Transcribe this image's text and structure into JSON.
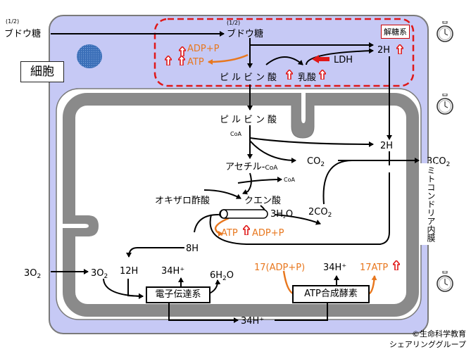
{
  "cell_label": "細胞",
  "glycolysis_label": "解糖系",
  "membrane_label": "ミトコンドリア内膜",
  "external": {
    "half": "(1/2)",
    "glucose": "ブドウ糖",
    "o2_count": "3O",
    "o2_sub": "2",
    "co2_count": "3CO",
    "co2_sub": "2"
  },
  "glycolysis": {
    "half": "(1/2)",
    "glucose": "ブドウ糖",
    "adp_p": "ADP+P",
    "atp": "ATP",
    "hydrogen": "2H",
    "ldh": "LDH",
    "pyruvate": "ピルビン酸",
    "lactate": "乳酸"
  },
  "mitochondria": {
    "pyruvate": "ピルビン酸",
    "coa": "CoA",
    "hydrogen_2h": "2H",
    "co2": "CO",
    "co2_sub": "2",
    "acetyl_coa": "アセチル-",
    "acetyl_coa_suffix": "CoA",
    "coa_released": "CoA",
    "oxaloacetate": "オキザロ酢酸",
    "citrate": "クエン酸",
    "water_in": "3H",
    "water_in_sub": "2",
    "water_in_o": "O",
    "co2_2": "2CO",
    "co2_2_sub": "2",
    "atp": "ATP",
    "adp_p": "ADP+P",
    "hydrogen_8h": "8H",
    "o2_3": "3O",
    "o2_3_sub": "2",
    "hydrogen_12h": "12H",
    "proton_34_left": "34H⁺",
    "water_out": "6H",
    "water_out_sub": "2",
    "water_out_o": "O",
    "adp_17": "17(ADP+P)",
    "proton_34_right": "34H⁺",
    "atp_17": "17ATP",
    "proton_34_bottom": "34H⁺"
  },
  "boxes": {
    "electron_transport": "電子伝達系",
    "atp_synthase": "ATP合成酵素"
  },
  "credit": {
    "line1": "©生命科学教育",
    "line2": "シェアリンググループ"
  },
  "colors": {
    "cell_fill": "#c6c9f5",
    "cell_stroke": "#7a7a7a",
    "membrane_gray": "#808080",
    "glycolysis_dash": "#e01818",
    "orange": "#e8771e",
    "up_arrow": "#e01818",
    "nucleus": "#3b6fb8"
  },
  "icons": [
    "stopwatch-icon",
    "up-arrow-icon"
  ]
}
